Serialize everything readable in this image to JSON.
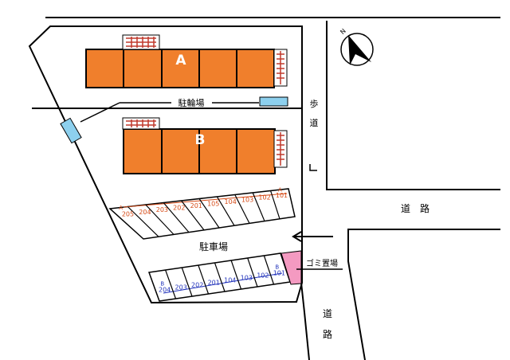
{
  "labels": {
    "building_a": "A",
    "building_b": "B",
    "bicycle_parking": "駐輪場",
    "parking_lot": "駐車場",
    "garbage": "ゴミ置場",
    "sidewalk_chars": [
      "歩",
      "道"
    ],
    "road_east": "道　路",
    "road_south_chars": [
      "道",
      "路"
    ],
    "compass_n": "N"
  },
  "parking": {
    "upper": {
      "group": "A",
      "spaces": [
        "205",
        "204",
        "203",
        "202",
        "201",
        "105",
        "104",
        "103",
        "102",
        "101"
      ]
    },
    "lower": {
      "group": "B",
      "spaces": [
        "204",
        "203",
        "202",
        "201",
        "104",
        "103",
        "102",
        "101"
      ]
    }
  },
  "colors": {
    "building": "#f07f2c",
    "garbage_area": "#f49ac1",
    "bicycle_rack": "#8dd0ee",
    "upper_parking_text": "#d64a16",
    "lower_parking_text": "#2233bb",
    "stairs": "#c0392b"
  }
}
